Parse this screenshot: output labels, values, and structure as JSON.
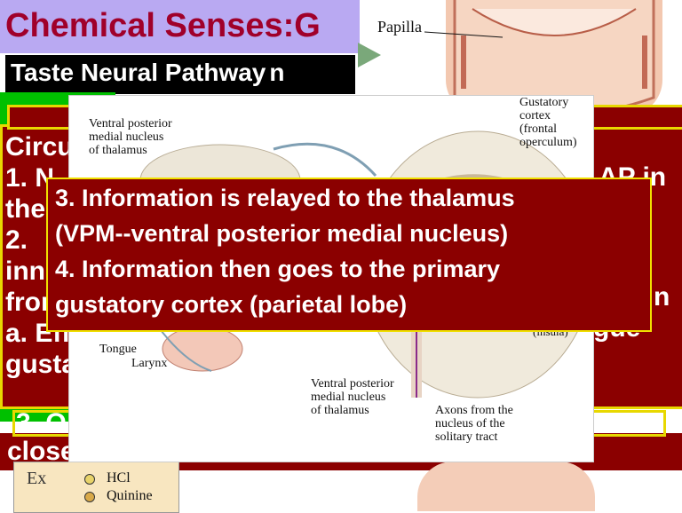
{
  "slide": {
    "title": "Chemical Senses:G",
    "subtitle": "Taste Neural Pathway",
    "subtitle_tail": "n"
  },
  "background_text": {
    "circ": "Circu",
    "line1_start": "1. N",
    "line1_end": "AP in",
    "line2_start": "the",
    "line3_start": "2.",
    "line4_start": "inn",
    "line4_end": "n",
    "line5_start": "from",
    "line5_end": "gue",
    "line6_start": "a. Eff",
    "line7_start": "gusta",
    "line8_start": "3. O",
    "bottom_line": "close"
  },
  "figure_labels": {
    "papilla": "Papilla",
    "vpm_top": [
      "Ventral posterior",
      "medial nucleus",
      "of thalamus"
    ],
    "gustatory_cortex": [
      "Gustatory",
      "cortex",
      "(frontal",
      "operculum)"
    ],
    "insula": "(insula)",
    "tongue": "Tongue",
    "larynx": "Larynx",
    "vpm_bottom": [
      "Ventral posterior",
      "medial nucleus",
      "of thalamus"
    ],
    "axons": [
      "Axons from the",
      "nucleus of the",
      "solitary tract"
    ],
    "hcl": "HCl",
    "quinine": "Quinine",
    "ex": "Ex"
  },
  "main_box": {
    "line1": "3. Information is relayed to the thalamus",
    "line2": "(VPM--ventral posterior medial nucleus)",
    "line3": "4. Information then goes to the primary",
    "line4": "gustatory cortex (parietal lobe)"
  },
  "colors": {
    "title_bg": "#b9a9f2",
    "title_text": "#a0002a",
    "box_bg": "#8b0000",
    "box_border": "#f0e000",
    "green": "#00c000"
  }
}
